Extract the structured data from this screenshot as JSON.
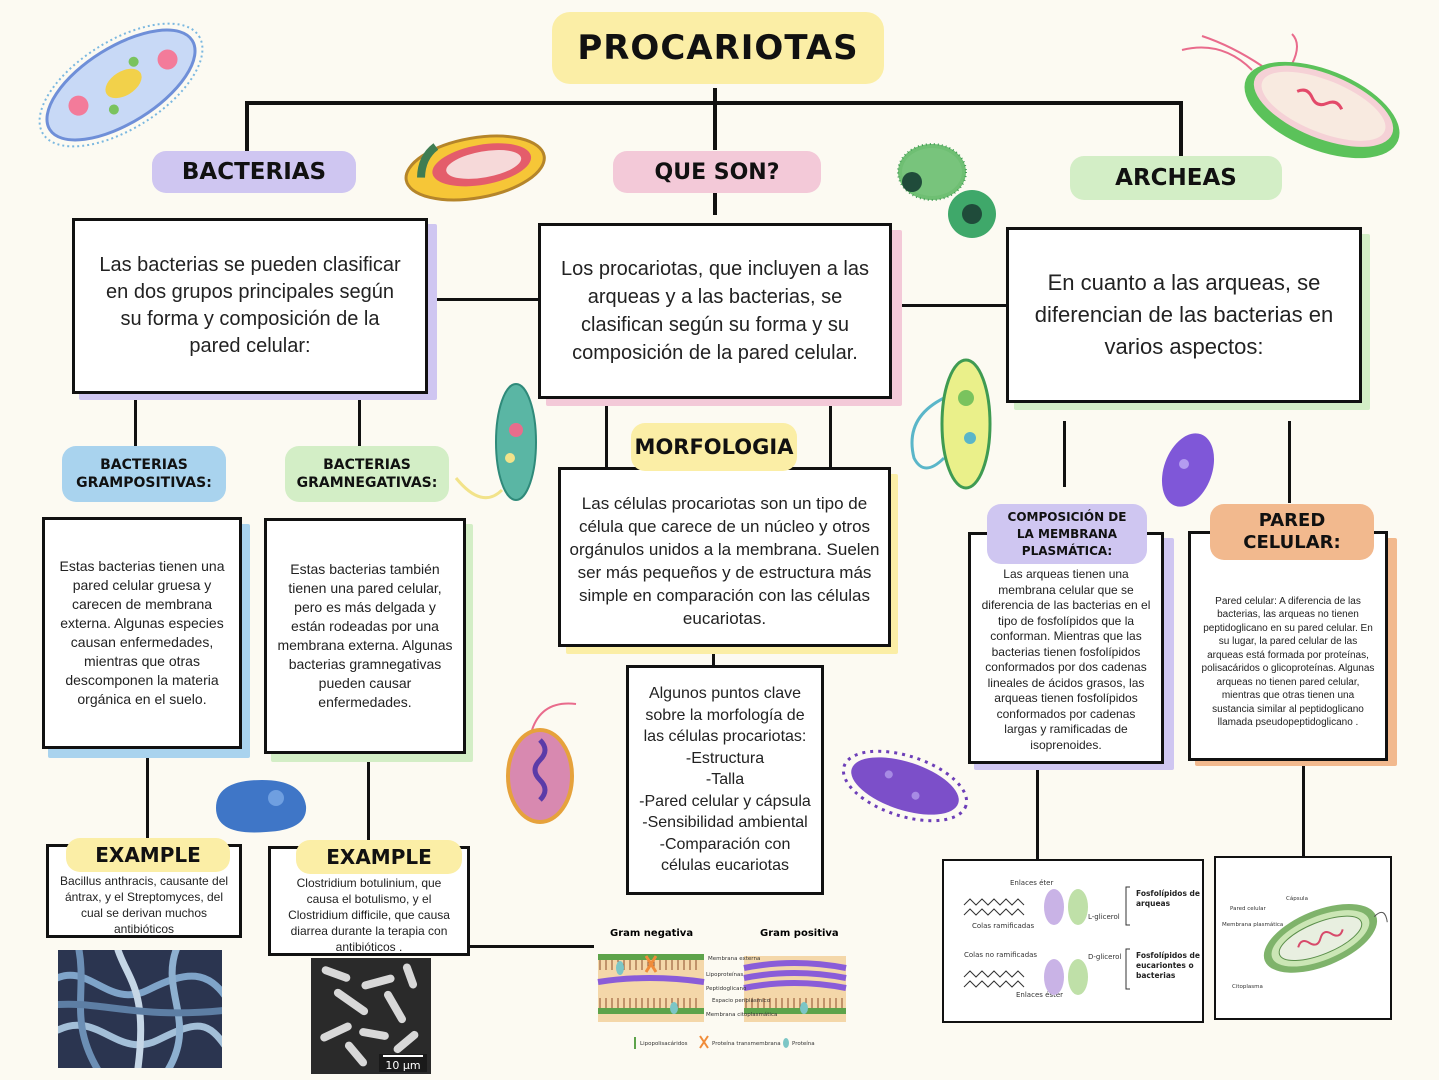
{
  "title": "PROCARIOTAS",
  "bacterias": {
    "label": "BACTERIAS",
    "text": "Las bacterias se pueden clasificar en dos grupos principales según su forma y composición de la pared celular:"
  },
  "queson": {
    "label": "QUE SON?",
    "text": "Los procariotas, que incluyen a las arqueas y a las bacterias, se clasifican según su forma y su composición de la pared celular."
  },
  "archeas": {
    "label": "ARCHEAS",
    "text": "En cuanto a las arqueas, se diferencian de las bacterias en varios aspectos:"
  },
  "grampos": {
    "label": "BACTERIAS\nGRAMPOSITIVAS:",
    "text": "Estas bacterias tienen una pared celular gruesa y carecen de membrana externa. Algunas especies causan enfermedades, mientras que otras descomponen la materia orgánica en el suelo.",
    "example_label": "EXAMPLE",
    "example_text": "Bacillus anthracis, causante del ántrax, y el Streptomyces, del cual se derivan muchos antibióticos"
  },
  "gramneg": {
    "label": "BACTERIAS\nGRAMNEGATIVAS:",
    "text": "Estas bacterias también tienen una pared celular, pero es más delgada y están rodeadas por una membrana externa. Algunas bacterias gramnegativas pueden causar enfermedades.",
    "example_label": "EXAMPLE",
    "example_text": "Clostridium botulinium, que causa el botulismo, y el Clostridium difficile, que causa diarrea durante la terapia con antibióticos ."
  },
  "morfologia": {
    "label": "MORFOLOGIA",
    "text": "Las células procariotas son un tipo de célula que carece de un núcleo y otros orgánulos unidos a la membrana. Suelen ser más pequeños y de estructura más simple en comparación con las células eucariotas.",
    "points_text": "Algunos puntos clave sobre la morfología de las células procariotas:\n-Estructura\n-Talla\n-Pared celular y cápsula\n-Sensibilidad ambiental\n-Comparación con células eucariotas"
  },
  "membrana": {
    "label": "COMPOSICIÓN DE\nLA MEMBRANA\nPLASMÁTICA:",
    "text": "Las arqueas tienen una membrana celular que se diferencia de las bacterias en el tipo de fosfolípidos que la conforman. Mientras que las bacterias tienen fosfolípidos conformados por dos cadenas lineales de ácidos grasos, las arqueas tienen fosfolípidos conformados por cadenas largas y ramificadas de isoprenoides."
  },
  "pared": {
    "label": "PARED\nCELULAR:",
    "text": "Pared celular: A diferencia de las bacterias, las arqueas no tienen peptidoglicano en su pared celular. En su lugar, la pared celular de las arqueas está formada por proteínas, polisacáridos o glicoproteínas. Algunas arqueas no tienen pared celular, mientras que otras tienen una sustancia similar al peptidoglicano llamada pseudopeptidoglicano ."
  },
  "gram_diagram": {
    "neg": "Gram negativa",
    "pos": "Gram positiva",
    "labels": [
      "Membrana externa",
      "Lipoproteínas",
      "Peptidoglicano",
      "Espacio periplásmico",
      "Membrana citoplasmática"
    ],
    "legend": [
      "Lipopolisacáridos",
      "Proteína transmembrana",
      "Proteína"
    ]
  },
  "lipid_diagram": {
    "top_label": "Enlaces éter",
    "left_top": "Colas ramificadas",
    "glycerol_top": "L-glicerol",
    "right_top": "Fosfolípidos de arqueas",
    "left_bottom": "Colas no ramificadas",
    "glycerol_bottom": "D-glicerol",
    "right_bottom": "Fosfolípidos de eucariontes o bacterias",
    "bottom_label": "Enlaces éster"
  },
  "cell_diagram": {
    "labels": [
      "Cápsula",
      "Pared celular",
      "Membrana plasmática",
      "Citoplasma"
    ]
  },
  "micro_scale": "10 µm",
  "colors": {
    "yellow": "#fbeea6",
    "purple": "#cfc6f1",
    "pink": "#f3c9d8",
    "green": "#d3eec6",
    "blue": "#a9d3ee",
    "orange": "#f2b98e"
  }
}
